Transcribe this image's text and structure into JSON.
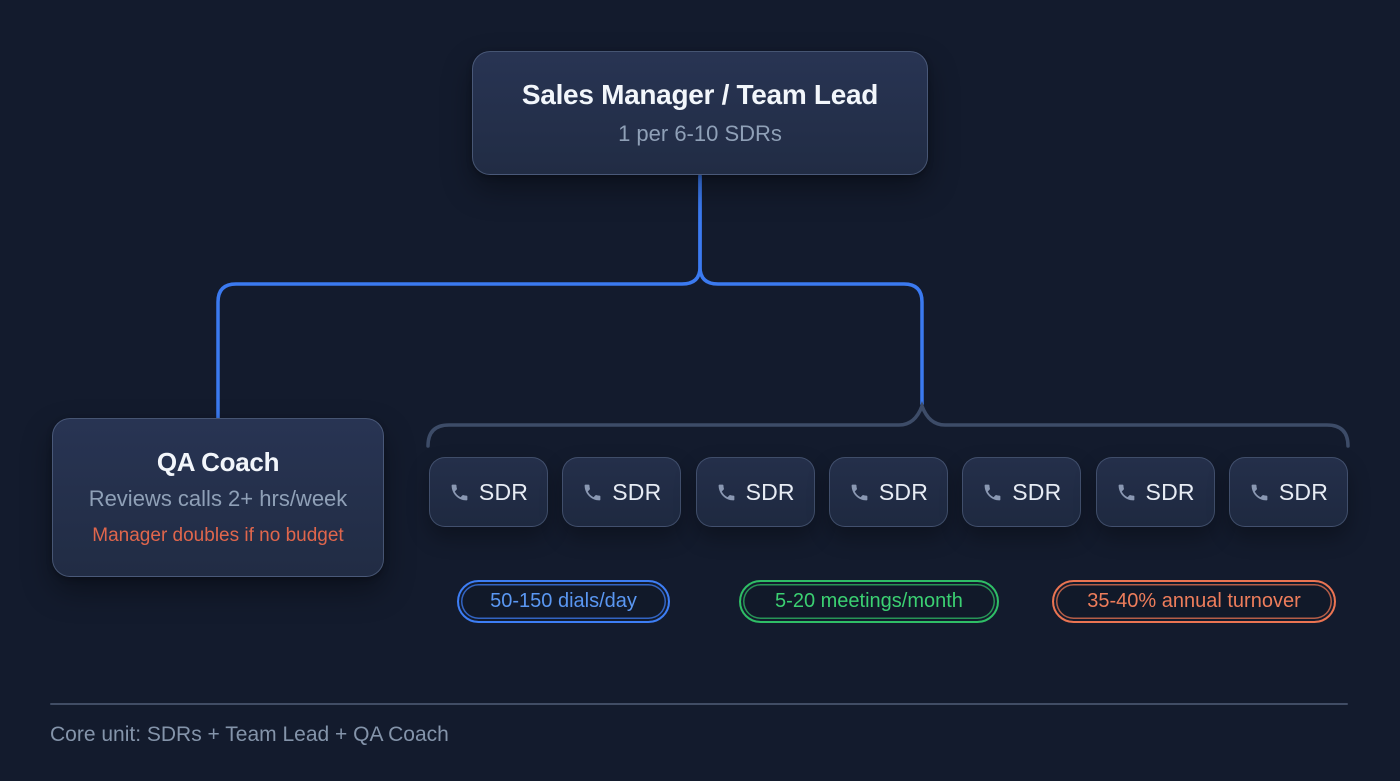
{
  "manager_box": {
    "title": "Sales Manager / Team Lead",
    "subtitle": "1 per 6-10 SDRs"
  },
  "qa_box": {
    "title": "QA Coach",
    "subtitle": "Reviews calls 2+ hrs/week",
    "note": "Manager doubles if no budget"
  },
  "sdr_row": {
    "icon": "phone-icon",
    "nodes": [
      {
        "label": "SDR"
      },
      {
        "label": "SDR"
      },
      {
        "label": "SDR"
      },
      {
        "label": "SDR"
      },
      {
        "label": "SDR"
      },
      {
        "label": "SDR"
      },
      {
        "label": "SDR"
      }
    ]
  },
  "badges": [
    {
      "label": "50-150 dials/day",
      "color": "#3d7ef5"
    },
    {
      "label": "5-20 meetings/month",
      "color": "#2fbe66"
    },
    {
      "label": "35-40% annual turnover",
      "color": "#eb7452"
    }
  ],
  "footer": {
    "note": "Core unit: SDRs + Team Lead + QA Coach"
  },
  "colors": {
    "background": "#131b2d",
    "node_fill": "#232e48",
    "node_border": "#5b6b8c",
    "connector_blue": "#3b7af0",
    "brace_gray": "#3d4c68",
    "title_text": "#f2f6fb",
    "muted_text": "#8fa0b7",
    "note_orange": "#e0664c",
    "sdr_text": "#e7ecf4",
    "phone_icon": "#8a98b2",
    "footer_text": "#8494aa"
  }
}
